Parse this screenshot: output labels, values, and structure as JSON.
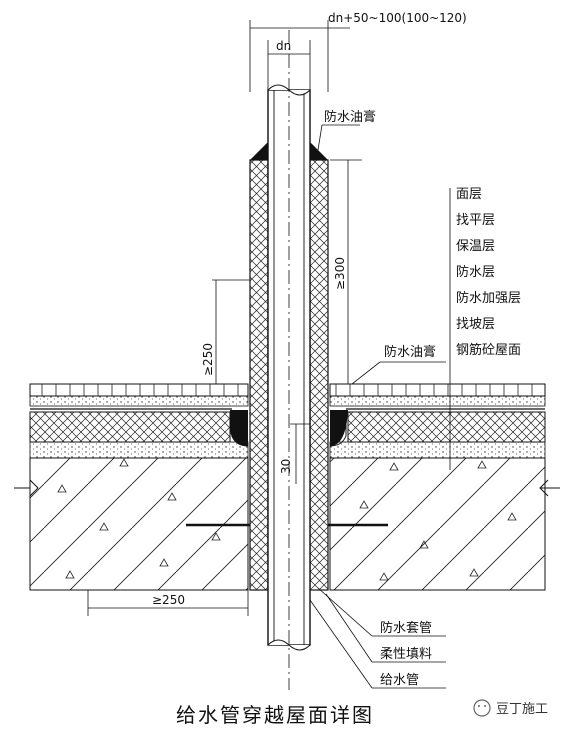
{
  "title": "给水管穿越屋面详图",
  "dimensions": {
    "top_width": "dn+50~100(100~120)",
    "pipe_dn": "dn",
    "height_300": "≥300",
    "height_250": "≥250",
    "gap_30": "30",
    "bottom_250": "≥250"
  },
  "labels": {
    "sealant_top": "防水油膏",
    "sealant_roof": "防水油膏",
    "sleeve": "防水套管",
    "filler": "柔性填料",
    "pipe": "给水管"
  },
  "layers": [
    "面层",
    "找平层",
    "保温层",
    "防水层",
    "防水加强层",
    "找坡层",
    "钢筋砼屋面"
  ],
  "watermark": "豆丁施工",
  "colors": {
    "line": "#111111",
    "hatch": "#222222",
    "background": "#ffffff"
  }
}
